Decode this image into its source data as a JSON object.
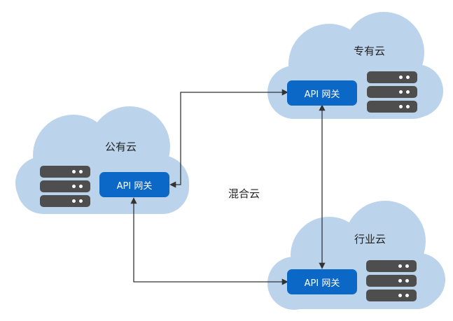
{
  "clouds": {
    "private": {
      "name": "专有云",
      "gateway": "API 网关"
    },
    "public": {
      "name": "公有云",
      "gateway": "API 网关"
    },
    "industry": {
      "name": "行业云",
      "gateway": "API 网关"
    }
  },
  "center_label": "混合云",
  "colors": {
    "cloud_fill": "#bcd3ec",
    "gateway_fill": "#0b68c7",
    "server_fill": "#4e4e4e",
    "connector": "#333333"
  }
}
